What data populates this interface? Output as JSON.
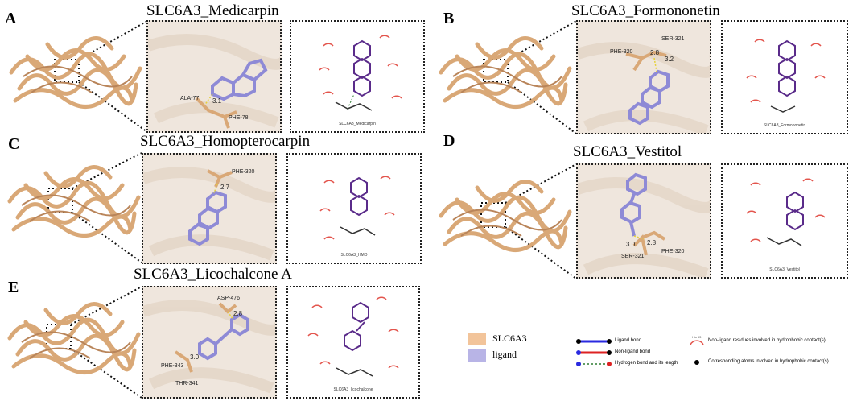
{
  "panels": [
    {
      "letter": "A",
      "title": "SLC6A3_Medicarpin",
      "caption": "SLC6A3_Medicarpin",
      "res1": "ALA-77",
      "res2": "PHE-78",
      "dist": "3.1"
    },
    {
      "letter": "B",
      "title": "SLC6A3_Formononetin",
      "caption": "SLC6A3_Formononetin",
      "res1": "PHE-320",
      "res2": "SER-321",
      "dist1": "2.8",
      "dist2": "3.2"
    },
    {
      "letter": "C",
      "title": "SLC6A3_Homopterocarpin",
      "caption": "SLC6A3_HMO",
      "res1": "PHE-320",
      "dist": "2.7"
    },
    {
      "letter": "D",
      "title": "SLC6A3_Vestitol",
      "caption": "SLC6A3_Vestitol",
      "res1": "SER-321",
      "res2": "PHE-320",
      "dist1": "3.0",
      "dist2": "2.8"
    },
    {
      "letter": "E",
      "title": "SLC6A3_Licochalcone A",
      "caption": "SLC6A3_licochalcone",
      "res1": "ASP-476",
      "res2": "PHE-343",
      "res3": "THR-341",
      "dist1": "2.8",
      "dist2": "3.0"
    }
  ],
  "legend": {
    "items": [
      {
        "label": "SLC6A3",
        "color": "#f2c49a"
      },
      {
        "label": "ligand",
        "color": "#b8b4e6"
      }
    ],
    "key": {
      "ligand_bond": "Ligand bond",
      "nonligand_bond": "Non-ligand bond",
      "hbond": "Hydrogen bond and its length",
      "hydrophobic_res_tag": "His 53",
      "hydrophobic_res": "Non-ligand residues involved in hydrophobic contact(s)",
      "hydrophobic_atoms": "Corresponding atoms involved in hydrophobic contact(s)"
    }
  },
  "colors": {
    "protein": "#d9a877",
    "protein_dark": "#b9855a",
    "ligand": "#8e8ad6",
    "ligand_bond": "#5a2b8a",
    "hbond": "#2e7d32",
    "arc": "#e3554d"
  }
}
